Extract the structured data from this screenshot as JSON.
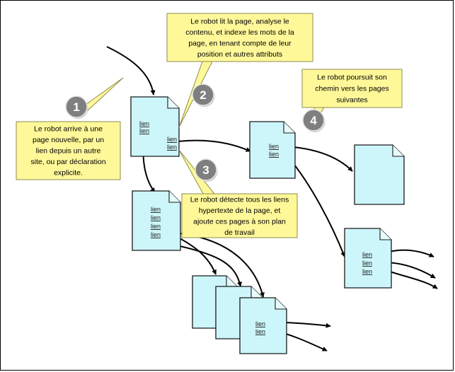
{
  "colors": {
    "page_fill": "#cdf6fb",
    "page_stroke": "#1a1a1a",
    "callout_fill": "#fff899",
    "callout_stroke": "#8c8c50",
    "badge_fill": "#7f7f7f",
    "arrow": "#000000"
  },
  "link_label": "lien",
  "steps": [
    {
      "number": "1",
      "lines": [
        "Le robot arrive à une",
        "page nouvelle, par un",
        "lien depuis un autre",
        "site, ou par déclaration",
        "explicite."
      ]
    },
    {
      "number": "2",
      "lines": [
        "Le robot lit la page, analyse le",
        "contenu, et indexe les mots de la",
        "page, en tenant compte de leur",
        "position et autres attributs"
      ]
    },
    {
      "number": "3",
      "lines": [
        "Le robot détecte tous les liens",
        "hypertexte de la page, et",
        "ajoute ces pages à son plan",
        "de travail"
      ]
    },
    {
      "number": "4",
      "lines": [
        "Le robot poursuit son",
        "chemin vers les pages",
        "suivantes"
      ]
    }
  ]
}
